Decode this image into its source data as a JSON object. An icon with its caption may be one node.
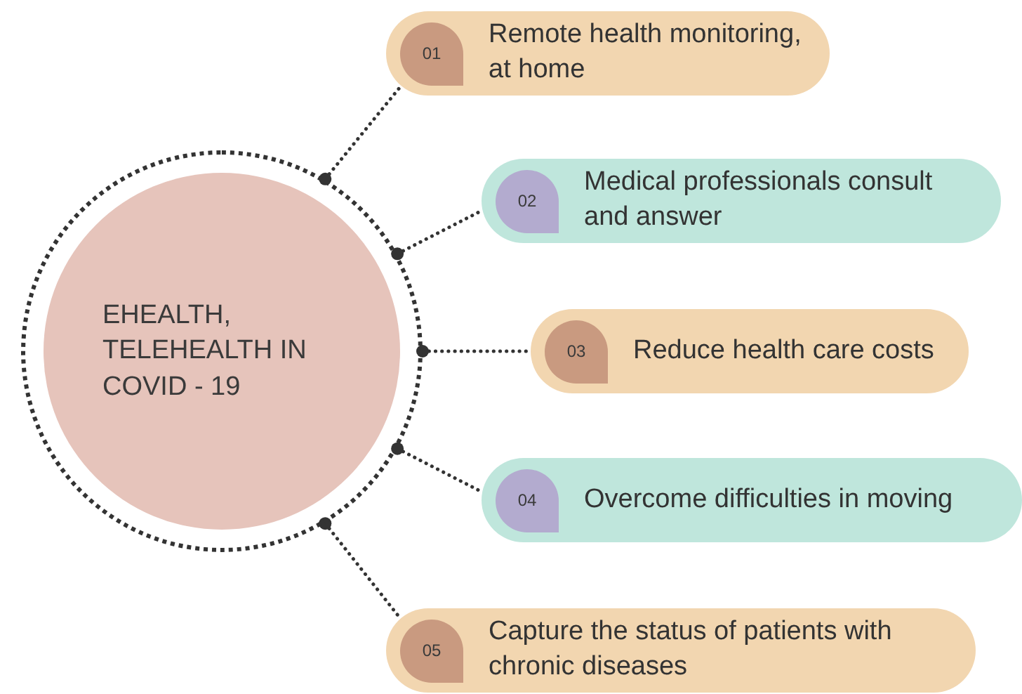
{
  "diagram": {
    "nodes": [
      {
        "text": [
          "EHEALTH, TELEHEALTH IN COVID - 19"
        ]
      },
      {
        "text": [
          "01",
          "Remote health monitoring, at home"
        ]
      },
      {
        "text": [
          "02",
          "Medical professionals consult and answer"
        ]
      },
      {
        "text": [
          "03",
          "Reduce health care costs"
        ]
      },
      {
        "text": [
          "04",
          "Overcome difficulties in moving"
        ]
      },
      {
        "text": [
          "05",
          "Capture the status of patients with chronic diseases"
        ]
      }
    ],
    "edges": [
      {
        "from": 0,
        "to": 1,
        "arrow": "other"
      },
      {
        "from": 0,
        "to": 2,
        "arrow": "other"
      },
      {
        "from": 0,
        "to": 3,
        "arrow": "other"
      },
      {
        "from": 0,
        "to": 4,
        "arrow": "other"
      },
      {
        "from": 0,
        "to": 5,
        "arrow": "other"
      }
    ]
  }
}
